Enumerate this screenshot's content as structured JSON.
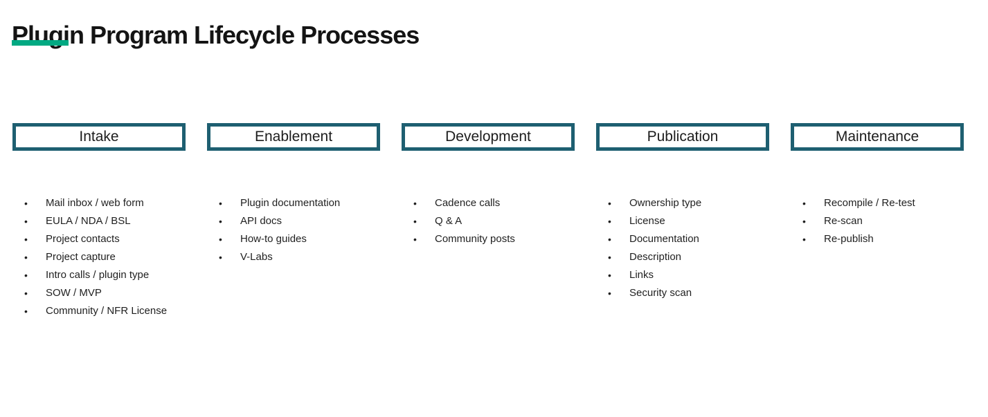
{
  "title": "Plugin Program Lifecycle Processes",
  "bullet_char": "•",
  "colors": {
    "accent_green": "#01A982",
    "box_border_teal": "#1E5F71",
    "title_text": "#141414",
    "body_text": "#1F1F1F"
  },
  "columns": [
    {
      "header": "Intake",
      "items": [
        "Mail inbox / web form",
        "EULA / NDA / BSL",
        "Project contacts",
        "Project capture",
        "Intro calls / plugin type",
        "SOW / MVP",
        "Community / NFR License"
      ]
    },
    {
      "header": "Enablement",
      "items": [
        "Plugin documentation",
        "API docs",
        "How-to guides",
        "V-Labs"
      ]
    },
    {
      "header": "Development",
      "items": [
        "Cadence calls",
        "Q & A",
        "Community posts"
      ]
    },
    {
      "header": "Publication",
      "items": [
        "Ownership type",
        "License",
        "Documentation",
        "Description",
        "Links",
        "Security scan"
      ]
    },
    {
      "header": "Maintenance",
      "items": [
        "Recompile / Re-test",
        "Re-scan",
        "Re-publish"
      ]
    }
  ]
}
